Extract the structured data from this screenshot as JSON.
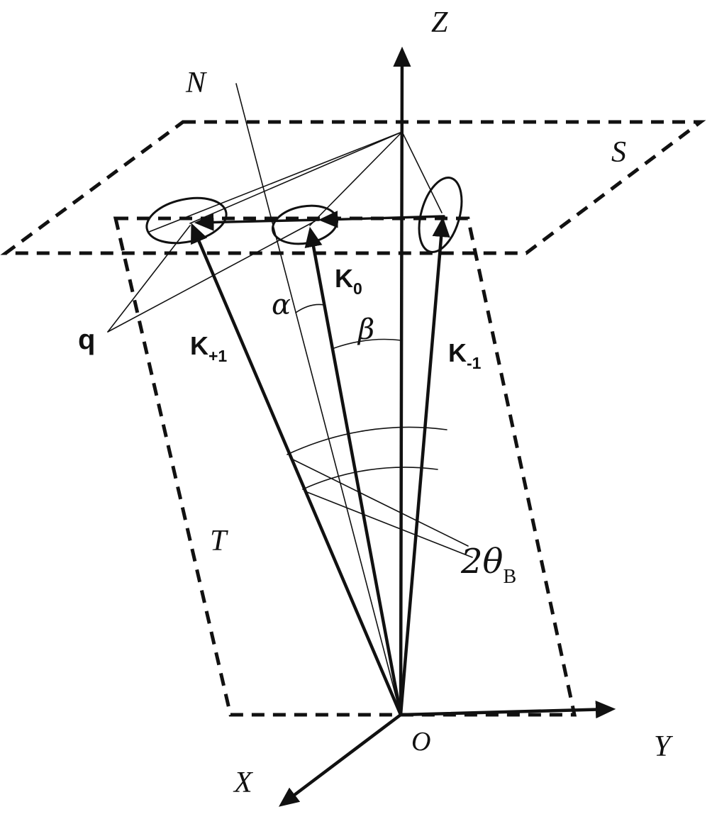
{
  "figure": {
    "colors": {
      "ink": "#111111",
      "background": "#ffffff"
    },
    "labels": {
      "z": "Z",
      "n": "N",
      "s": "S",
      "t": "T",
      "x": "X",
      "y": "Y",
      "o": "O",
      "q": "q",
      "k_plus_base": "K",
      "k_plus_sub": "+1",
      "k_zero_base": "K",
      "k_zero_sub": "0",
      "k_minus_base": "K",
      "k_minus_sub": "-1",
      "alpha": "α",
      "beta": "β",
      "bragg_base": "2θ",
      "bragg_sub": "B"
    }
  }
}
